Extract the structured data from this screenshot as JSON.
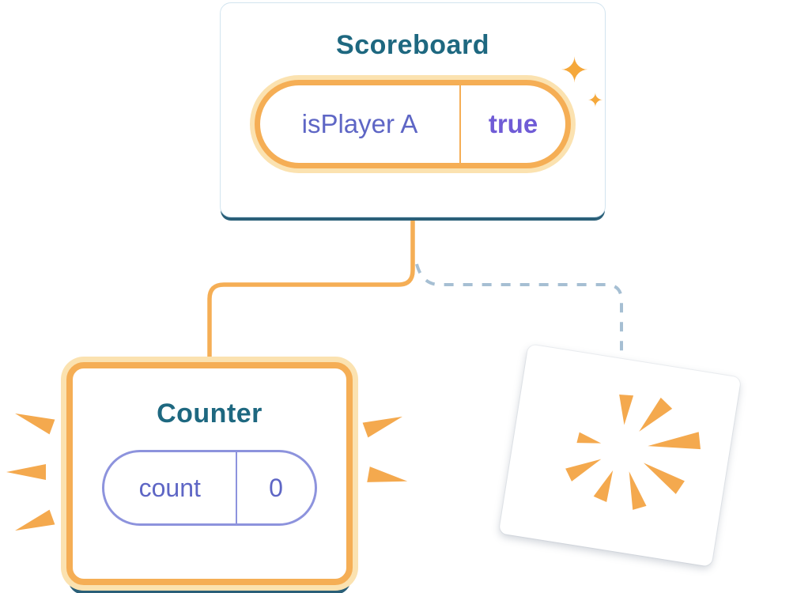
{
  "colors": {
    "title-blue": "#1E6880",
    "state-purple": "#5E66C5",
    "value-purple": "#6F5BD6",
    "orange": "#F5AE55",
    "orange-light": "#FBE2B0",
    "ray-orange": "#F4A94E",
    "dashed-blue": "#A6BFD3",
    "card-border": "#D2E4EF",
    "card-edge-dark": "#2A5F78",
    "pill-purple-border": "#8D93DD"
  },
  "scoreboard": {
    "title": "Scoreboard",
    "state_pill": {
      "name": "isPlayer A",
      "value": "true"
    }
  },
  "counter": {
    "title": "Counter",
    "state_pill": {
      "name": "count",
      "value": "0"
    }
  },
  "icons": {
    "sparkle": "✦"
  }
}
